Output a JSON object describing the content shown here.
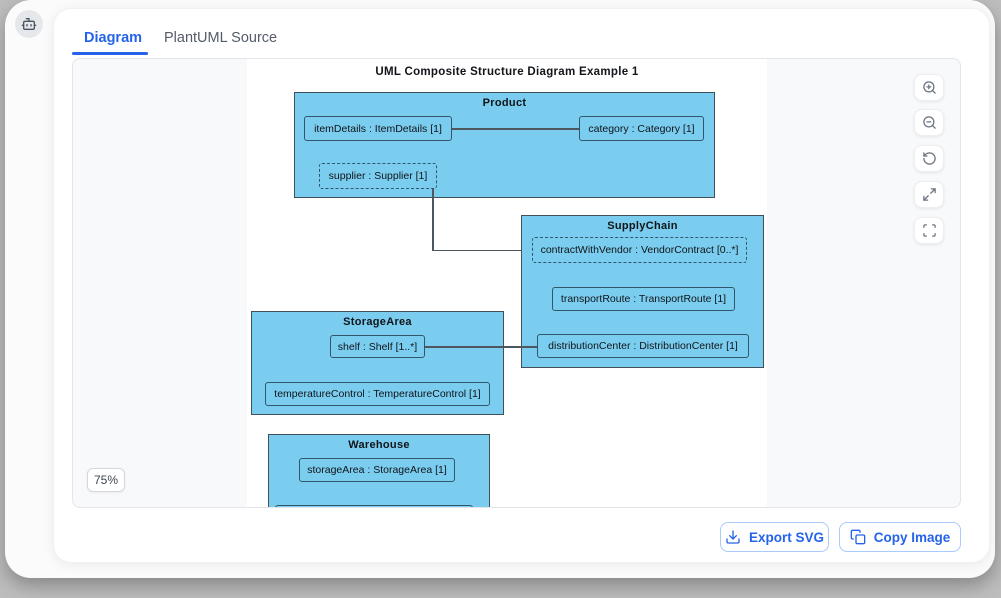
{
  "tabs": [
    {
      "label": "Diagram",
      "active": true
    },
    {
      "label": "PlantUML Source",
      "active": false
    }
  ],
  "diagram": {
    "title": "UML Composite Structure Diagram Example 1",
    "zoom_level": "75%",
    "product": {
      "name": "Product",
      "item_details": "itemDetails : ItemDetails [1]",
      "category": "category : Category [1]",
      "supplier": "supplier : Supplier [1]"
    },
    "supply_chain": {
      "name": "SupplyChain",
      "contract_with_vendor": "contractWithVendor : VendorContract [0..*]",
      "transport_route": "transportRoute : TransportRoute [1]",
      "distribution_center": "distributionCenter : DistributionCenter [1]"
    },
    "storage_area": {
      "name": "StorageArea",
      "shelf": "shelf : Shelf [1..*]",
      "temperature_control": "temperatureControl : TemperatureControl [1]"
    },
    "warehouse": {
      "name": "Warehouse",
      "storage_area_part": "storageArea : StorageArea [1]"
    }
  },
  "controls": {
    "icons": [
      "zoom-in",
      "zoom-out",
      "reset-view",
      "expand",
      "fullscreen"
    ]
  },
  "footer": {
    "export_label": "Export SVG",
    "copy_label": "Copy Image"
  },
  "colors": {
    "accent": "#2563eb",
    "diagram_fill": "#7bcdf0",
    "diagram_border": "#41505a",
    "part_border": "#32566c"
  }
}
